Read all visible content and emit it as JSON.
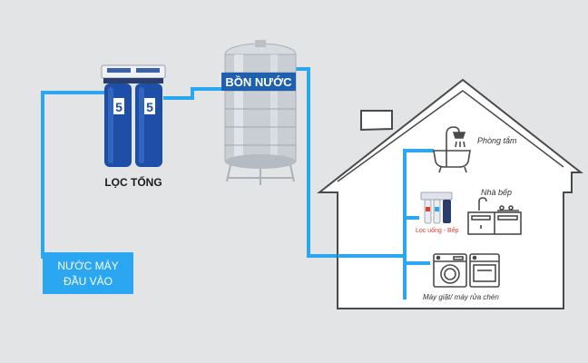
{
  "colors": {
    "background": "#e3e4e6",
    "pipe": "#2aa7f0",
    "inlet_box": "#2aa7f0",
    "house_line": "#4a4a4a",
    "filter_blue": "#1d4fa8",
    "tank_silver": "#c9ced4",
    "tank_label_bg": "#1f5fb0",
    "drink_label": "#e53935"
  },
  "inlet": {
    "line1": "NƯỚC MÁY",
    "line2": "ĐẦU VÀO"
  },
  "main_filter": {
    "label": "LỌC TỔNG",
    "icon": "twin-cartridge-filter-icon"
  },
  "tank": {
    "label": "BỒN NƯỚC",
    "icon": "stainless-water-tank-icon"
  },
  "house": {
    "bathroom": {
      "label": "Phòng tắm",
      "icon": "bathtub-shower-icon"
    },
    "kitchen": {
      "label": "Nhà bếp",
      "icon": "kitchen-sink-stove-icon"
    },
    "drinking_filter": {
      "label": "Lọc uống - Bếp",
      "icon": "under-sink-filter-icon"
    },
    "laundry": {
      "label": "Máy giặt/ máy rửa chén",
      "icon": "washer-dishwasher-icon"
    }
  }
}
